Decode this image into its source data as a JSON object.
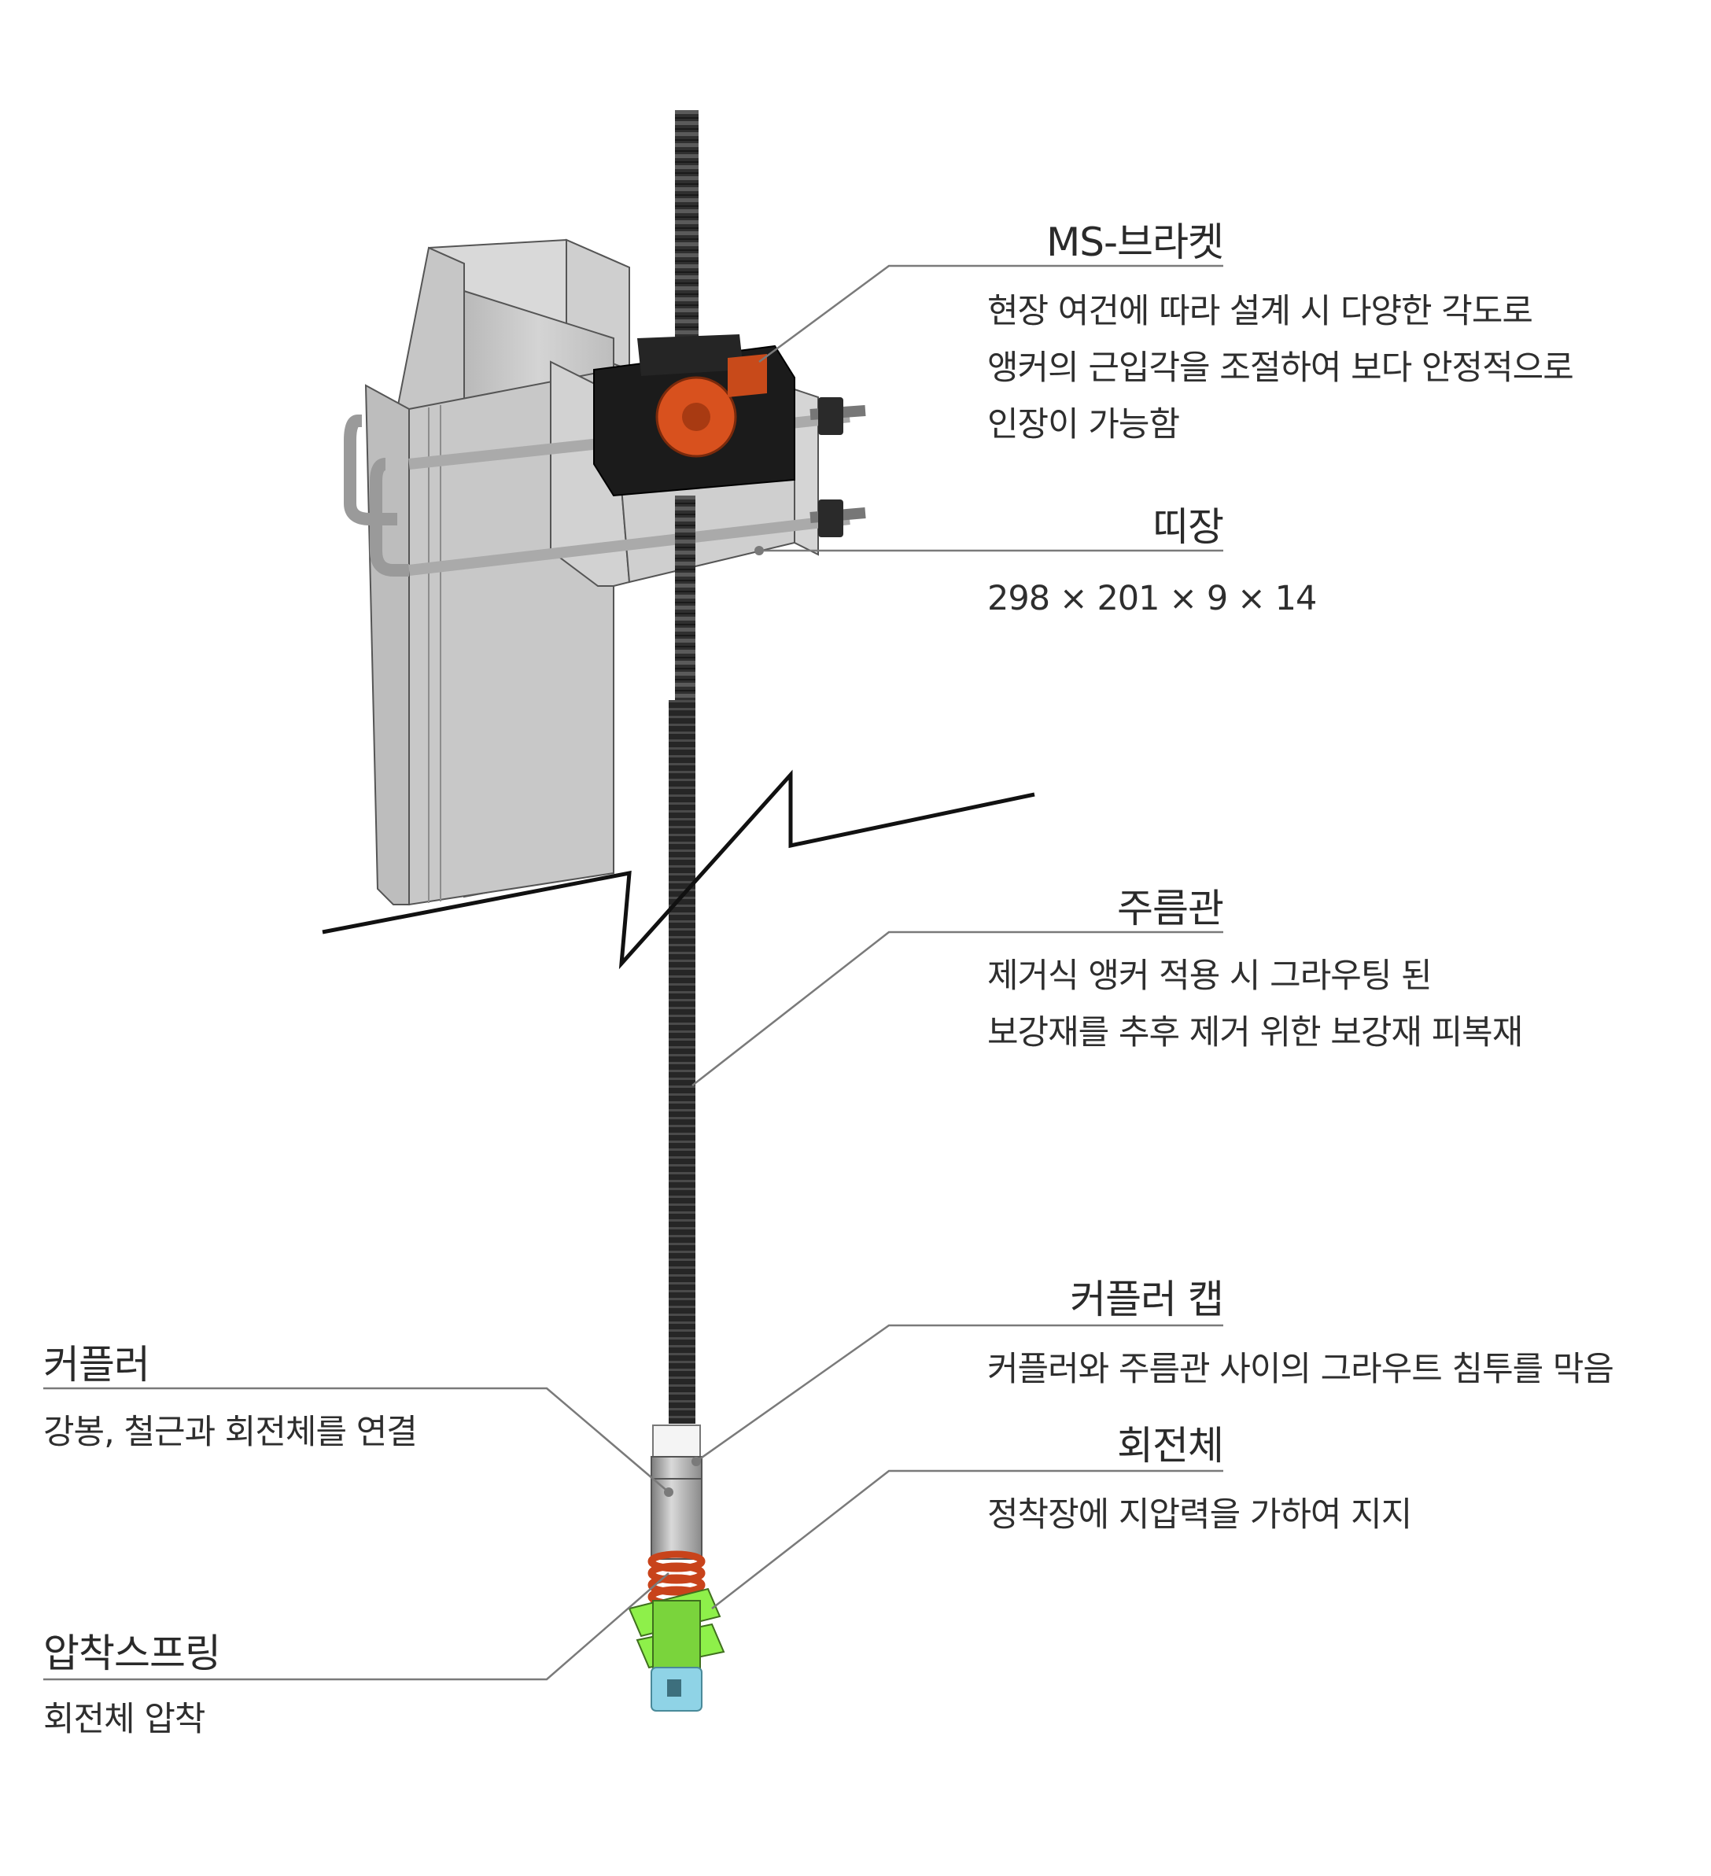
{
  "callouts": {
    "ms_bracket": {
      "title": "MS-브라켓",
      "lines": [
        "현장 여건에 따라 설계 시 다양한 각도로",
        "앵커의 근입각을 조절하여 보다 안정적으로",
        "인장이 가능함"
      ]
    },
    "waler": {
      "title": "띠장",
      "lines": [
        "298 × 201 × 9 × 14"
      ]
    },
    "sheath": {
      "title": "주름관",
      "lines": [
        "제거식 앵커 적용 시 그라우팅 된",
        "보강재를 추후 제거 위한 보강재 피복재"
      ]
    },
    "coupler_cap": {
      "title": "커플러 캡",
      "lines": [
        "커플러와 주름관 사이의 그라우트 침투를 막음"
      ]
    },
    "rotator": {
      "title": "회전체",
      "lines": [
        "정착장에 지압력을 가하여 지지"
      ]
    },
    "coupler": {
      "title": "커플러",
      "lines": [
        "강봉, 철근과 회전체를 연결"
      ]
    },
    "spring": {
      "title": "압착스프링",
      "lines": [
        "회전체 압착"
      ]
    }
  },
  "colors": {
    "steel": "#c9c9c9",
    "bracket_black": "#1b1b1b",
    "bracket_orange": "#d8511e",
    "rod": "#2b2b2b",
    "spring": "#c8431b",
    "rotator_green": "#8ef04a",
    "base_blue": "#8fd3e6",
    "leader_line": "#7a7a7a"
  }
}
